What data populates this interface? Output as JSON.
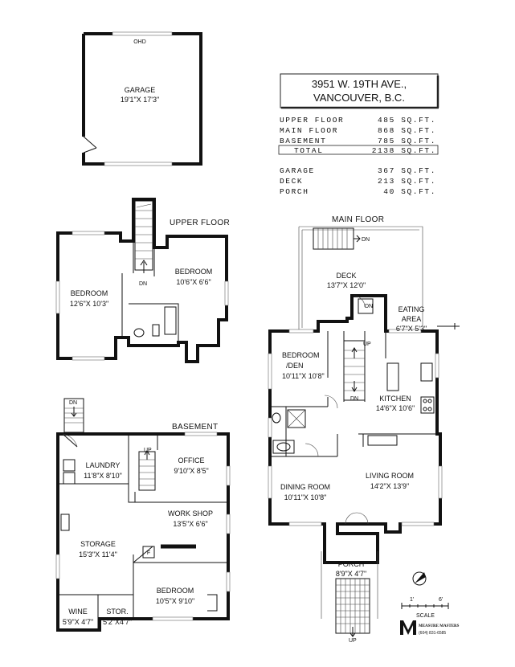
{
  "address": {
    "line1": "3951 W. 19TH AVE.,",
    "line2": "VANCOUVER, B.C."
  },
  "areas": {
    "upper": {
      "label": "UPPER FLOOR",
      "value": "485 SQ.FT."
    },
    "main": {
      "label": "MAIN FLOOR",
      "value": "868 SQ.FT."
    },
    "basement": {
      "label": "BASEMENT",
      "value": "785 SQ.FT."
    },
    "total": {
      "label": "TOTAL",
      "value": "2138 SQ.FT."
    },
    "garage": {
      "label": "GARAGE",
      "value": "367 SQ.FT."
    },
    "deck": {
      "label": "DECK",
      "value": "213 SQ.FT."
    },
    "porch": {
      "label": "PORCH",
      "value": "40 SQ.FT."
    }
  },
  "floors": {
    "upper": "UPPER FLOOR",
    "main": "MAIN FLOOR",
    "basement": "BASEMENT"
  },
  "garage": {
    "ohd": "OHD",
    "name": "GARAGE",
    "dims": "19'1\"X 17'3\""
  },
  "upper": {
    "bedroom_left": {
      "name": "BEDROOM",
      "dims": "12'6\"X 10'3\""
    },
    "bedroom_right": {
      "name": "BEDROOM",
      "dims": "10'6\"X 6'6\""
    },
    "dn": "DN"
  },
  "main": {
    "deck": {
      "name": "DECK",
      "dims": "13'7\"X 12'0\""
    },
    "eating": {
      "name": "EATING",
      "name2": "AREA",
      "dims": "6'7\"X 5'3\""
    },
    "bedroom": {
      "name": "BEDROOM",
      "name2": "/DEN",
      "dims": "10'11\"X 10'8\""
    },
    "kitchen": {
      "name": "KITCHEN",
      "dims": "14'6\"X 10'6\""
    },
    "living": {
      "name": "LIVING ROOM",
      "dims": "14'2\"X 13'9\""
    },
    "dining": {
      "name": "DINING ROOM",
      "dims": "10'11\"X 10'8\""
    },
    "porch": {
      "name": "PORCH",
      "dims": "8'9\"X 4'7\""
    },
    "dn1": "DN",
    "dn2": "DN",
    "dn3": "DN",
    "up1": "UP",
    "up2": "UP"
  },
  "basement": {
    "laundry": {
      "name": "LAUNDRY",
      "dims": "11'8\"X 8'10\""
    },
    "office": {
      "name": "OFFICE",
      "dims": "9'10\"X 8'5\""
    },
    "workshop": {
      "name": "WORK SHOP",
      "dims": "13'5\"X 6'6\""
    },
    "storage": {
      "name": "STORAGE",
      "dims": "15'3\"X 11'4\""
    },
    "bedroom": {
      "name": "BEDROOM",
      "dims": "10'5\"X 9'10\""
    },
    "wine": {
      "name": "WINE",
      "dims": "5'9\"X 4'7\""
    },
    "stor": {
      "name": "STOR.",
      "dims": "5'2\"X4'7\""
    },
    "dn": "DN",
    "up": "UP",
    "f": "F"
  },
  "scale": {
    "tick1": "1'",
    "tick2": "6'",
    "label": "SCALE"
  },
  "logo": {
    "name": "MEASURE MASTERS",
    "phone": "(604) 831-6585"
  },
  "colors": {
    "wall": "#111111",
    "paper": "#ffffff"
  },
  "icons": [
    "north-arrow-icon",
    "compass-icon"
  ]
}
